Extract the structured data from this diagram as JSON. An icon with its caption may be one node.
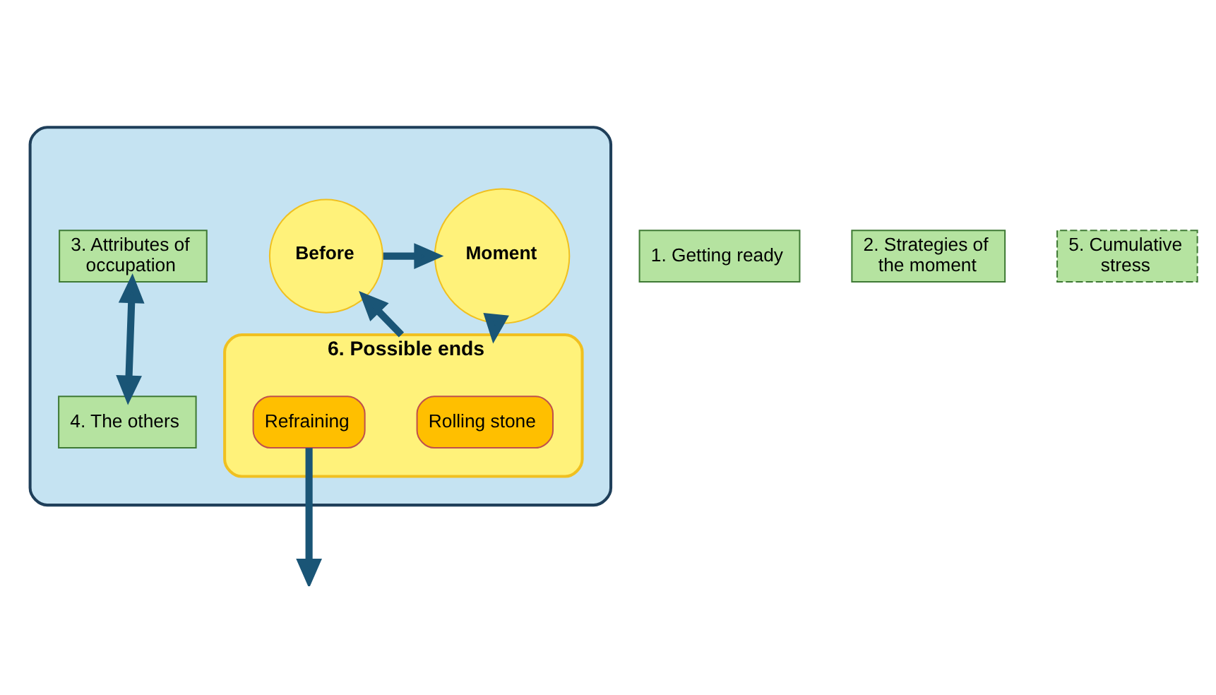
{
  "diagram": {
    "nodes": [
      {
        "text": [],
        "shape": "cloud"
      },
      {
        "text": [
          "1. Getting ready"
        ]
      },
      {
        "text": [
          "Before"
        ],
        "in": 0
      },
      {
        "text": [
          "3. Attributes of occupation"
        ],
        "in": 0
      },
      {
        "text": [
          "4. The others"
        ],
        "in": 0
      },
      {
        "text": [
          "2. Strategies of the moment"
        ]
      },
      {
        "text": [
          "Moment"
        ],
        "in": 0
      },
      {
        "text": [
          "6. Possible ends"
        ],
        "in": 0
      },
      {
        "text": [
          "Rolling stone"
        ],
        "in": 7
      },
      {
        "text": [
          "Refraining"
        ],
        "in": 7
      },
      {
        "text": [
          "5. Cumulative stress"
        ]
      }
    ],
    "edges": [
      {
        "from": 2,
        "to": 6,
        "arrow": "to"
      },
      {
        "from": 3,
        "to": 4,
        "arrow": "both"
      },
      {
        "from": 6,
        "to": 7,
        "arrow": "to"
      },
      {
        "from": 7,
        "to": 2,
        "arrow": "to"
      },
      {
        "from": 9,
        "to": null,
        "arrow": "to"
      }
    ]
  }
}
